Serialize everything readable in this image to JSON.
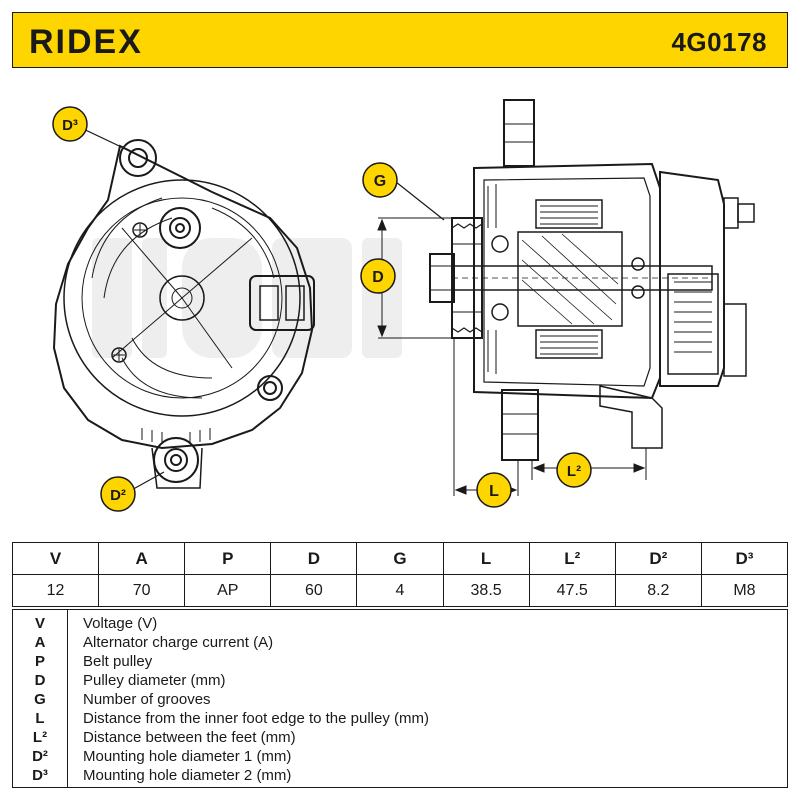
{
  "brand": {
    "logo_text": "RIDEX",
    "accent": "#ffd500"
  },
  "header": {
    "part_number": "4G0178"
  },
  "callouts": {
    "d3": "D³",
    "d2": "D²",
    "g": "G",
    "d": "D",
    "l": "L",
    "l2": "L²"
  },
  "spec_table": {
    "headers": [
      "V",
      "A",
      "P",
      "D",
      "G",
      "L",
      "L²",
      "D²",
      "D³"
    ],
    "values": [
      "12",
      "70",
      "AP",
      "60",
      "4",
      "38.5",
      "47.5",
      "8.2",
      "M8"
    ]
  },
  "legend": [
    {
      "symbol": "V",
      "desc": "Voltage (V)"
    },
    {
      "symbol": "A",
      "desc": "Alternator charge current (A)"
    },
    {
      "symbol": "P",
      "desc": "Belt pulley"
    },
    {
      "symbol": "D",
      "desc": "Pulley diameter (mm)"
    },
    {
      "symbol": "G",
      "desc": "Number of grooves"
    },
    {
      "symbol": "L",
      "desc": "Distance from the inner foot edge to the pulley (mm)"
    },
    {
      "symbol": "L²",
      "desc": "Distance between the feet (mm)"
    },
    {
      "symbol": "D²",
      "desc": "Mounting hole diameter 1 (mm)"
    },
    {
      "symbol": "D³",
      "desc": "Mounting hole diameter 2 (mm)"
    }
  ]
}
